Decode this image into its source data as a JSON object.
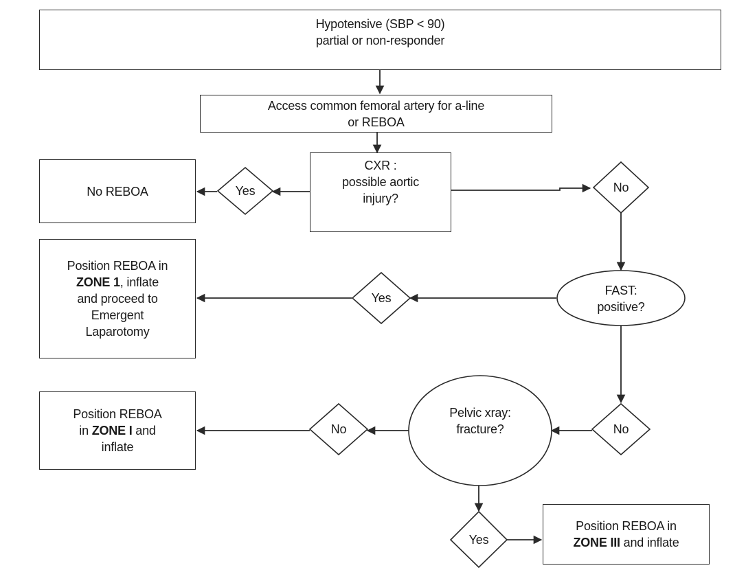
{
  "nodes": {
    "start": {
      "line1": "Hypotensive (SBP < 90)",
      "line2": "partial or non-responder"
    },
    "access": {
      "line1": "Access common femoral artery for a-line",
      "line2": "or REBOA"
    },
    "cxr": {
      "line1": "CXR :",
      "line2": "possible aortic",
      "line3": "injury?"
    },
    "no_reboa": {
      "text": "No REBOA"
    },
    "fast": {
      "line1": "FAST:",
      "line2": "positive?"
    },
    "zone1_lap": {
      "line1": "Position REBOA in",
      "line2_bold": "ZONE 1",
      "line2_rest": ", inflate",
      "line3": "and proceed to",
      "line4": "Emergent",
      "line5": "Laparotomy"
    },
    "pelvic": {
      "line1": "Pelvic xray:",
      "line2": "fracture?"
    },
    "zone1_inflate": {
      "line1": "Position REBOA",
      "line2_pre": "in ",
      "line2_bold": "ZONE I",
      "line2_post": " and",
      "line3": "inflate"
    },
    "zone3": {
      "line1": "Position REBOA in",
      "line2_bold": "ZONE III",
      "line2_post": " and inflate"
    }
  },
  "decisions": {
    "cxr_yes": "Yes",
    "cxr_no": "No",
    "fast_yes": "Yes",
    "fast_no": "No",
    "pelvic_no": "No",
    "pelvic_yes": "Yes"
  }
}
